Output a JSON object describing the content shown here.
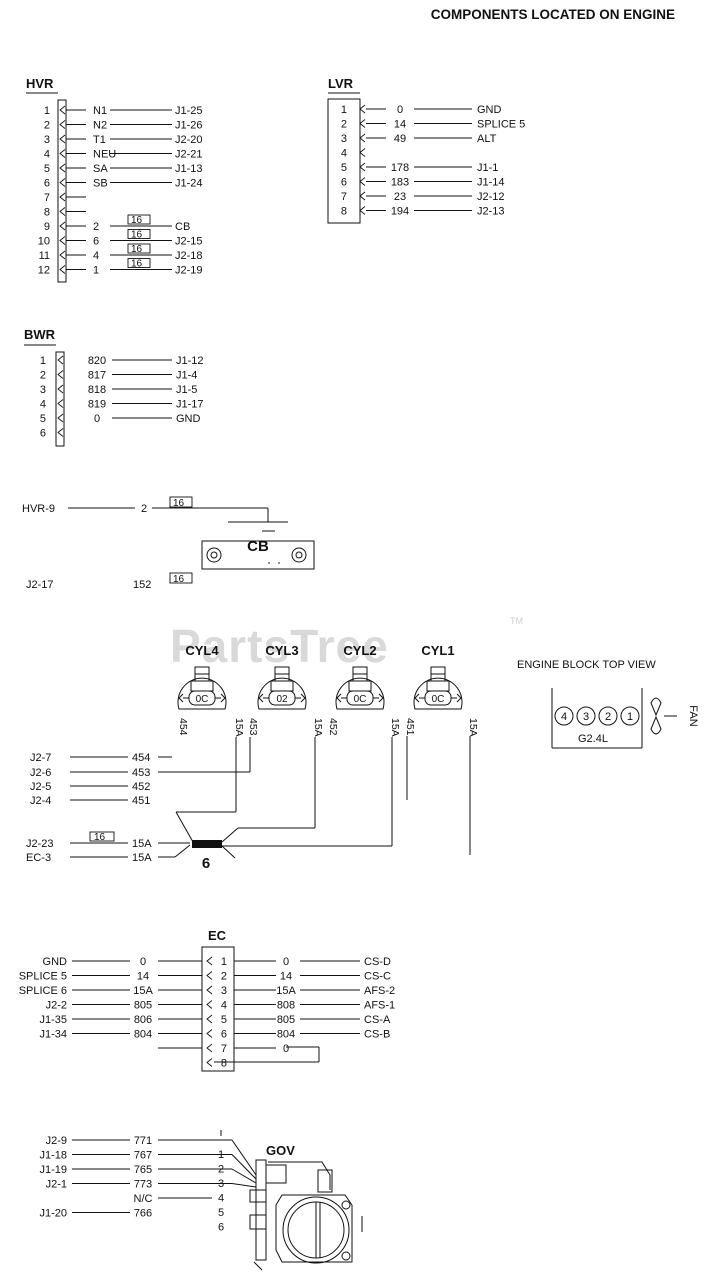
{
  "page_title": "COMPONENTS LOCATED ON ENGINE",
  "watermark": "PartsTree",
  "watermark_tm": "TM",
  "hvr": {
    "title": "HVR",
    "pins": [
      {
        "pin": "1",
        "wire": "N1",
        "dest": "J1-25"
      },
      {
        "pin": "2",
        "wire": "N2",
        "dest": "J1-26"
      },
      {
        "pin": "3",
        "wire": "T1",
        "dest": "J2-20"
      },
      {
        "pin": "4",
        "wire": "NEU",
        "dest": "J2-21"
      },
      {
        "pin": "5",
        "wire": "SA",
        "dest": "J1-13"
      },
      {
        "pin": "6",
        "wire": "SB",
        "dest": "J1-24"
      },
      {
        "pin": "7",
        "wire": "",
        "dest": ""
      },
      {
        "pin": "8",
        "wire": "",
        "dest": ""
      },
      {
        "pin": "9",
        "wire": "2",
        "dest": "CB",
        "gauge": "16"
      },
      {
        "pin": "10",
        "wire": "6",
        "dest": "J2-15",
        "gauge": "16"
      },
      {
        "pin": "11",
        "wire": "4",
        "dest": "J2-18",
        "gauge": "16"
      },
      {
        "pin": "12",
        "wire": "1",
        "dest": "J2-19",
        "gauge": "16"
      }
    ]
  },
  "lvr": {
    "title": "LVR",
    "pins": [
      {
        "pin": "1",
        "wire": "0",
        "dest": "GND"
      },
      {
        "pin": "2",
        "wire": "14",
        "dest": "SPLICE 5"
      },
      {
        "pin": "3",
        "wire": "49",
        "dest": "ALT"
      },
      {
        "pin": "4",
        "wire": "",
        "dest": ""
      },
      {
        "pin": "5",
        "wire": "178",
        "dest": "J1-1"
      },
      {
        "pin": "6",
        "wire": "183",
        "dest": "J1-14"
      },
      {
        "pin": "7",
        "wire": "23",
        "dest": "J2-12"
      },
      {
        "pin": "8",
        "wire": "194",
        "dest": "J2-13"
      }
    ]
  },
  "bwr": {
    "title": "BWR",
    "pins": [
      {
        "pin": "1",
        "wire": "820",
        "dest": "J1-12"
      },
      {
        "pin": "2",
        "wire": "817",
        "dest": "J1-4"
      },
      {
        "pin": "3",
        "wire": "818",
        "dest": "J1-5"
      },
      {
        "pin": "4",
        "wire": "819",
        "dest": "J1-17"
      },
      {
        "pin": "5",
        "wire": "0",
        "dest": "GND"
      },
      {
        "pin": "6",
        "wire": "",
        "dest": ""
      }
    ]
  },
  "cb": {
    "title": "CB",
    "left_top": "HVR-9",
    "wire_top": "2",
    "gauge_top": "16",
    "left_bottom": "J2-17",
    "wire_bottom": "152",
    "gauge_bottom": "16"
  },
  "cylinders": {
    "labels": [
      "CYL4",
      "CYL3",
      "CYL2",
      "CYL1"
    ],
    "plug_labels": [
      "0C",
      "02",
      "0C",
      "0C"
    ],
    "vertical_wires": [
      "15A",
      "454",
      "15A",
      "453",
      "15A",
      "452",
      "15A",
      "451"
    ],
    "left_refs": [
      {
        "ref": "J2-7",
        "wire": "454"
      },
      {
        "ref": "J2-6",
        "wire": "453"
      },
      {
        "ref": "J2-5",
        "wire": "452"
      },
      {
        "ref": "J2-4",
        "wire": "451"
      }
    ]
  },
  "engine_block": {
    "title": "ENGINE BLOCK TOP VIEW",
    "cyl_order": [
      "4",
      "3",
      "2",
      "1"
    ],
    "fan_label": "FAN",
    "model": "G2.4L"
  },
  "splice6": {
    "label": "6",
    "refs": [
      {
        "ref": "J2-23",
        "gauge": "16",
        "wire": "15A"
      },
      {
        "ref": "EC-3",
        "gauge": "",
        "wire": "15A"
      }
    ]
  },
  "ec": {
    "title": "EC",
    "rows": [
      {
        "left": "GND",
        "lwire": "0",
        "pin": "1",
        "rwire": "0",
        "right": "CS-D"
      },
      {
        "left": "SPLICE 5",
        "lwire": "14",
        "pin": "2",
        "rwire": "14",
        "right": "CS-C"
      },
      {
        "left": "SPLICE 6",
        "lwire": "15A",
        "pin": "3",
        "rwire": "15A",
        "right": "AFS-2"
      },
      {
        "left": "J2-2",
        "lwire": "805",
        "pin": "4",
        "rwire": "808",
        "right": "AFS-1"
      },
      {
        "left": "J1-35",
        "lwire": "806",
        "pin": "5",
        "rwire": "805",
        "right": "CS-A"
      },
      {
        "left": "J1-34",
        "lwire": "804",
        "pin": "6",
        "rwire": "804",
        "right": "CS-B"
      },
      {
        "left": "",
        "lwire": "",
        "pin": "7",
        "rwire": "0",
        "right": ""
      },
      {
        "left": "",
        "lwire": "",
        "pin": "8",
        "rwire": "",
        "right": ""
      }
    ]
  },
  "gov": {
    "title": "GOV",
    "rows": [
      {
        "ref": "J2-9",
        "wire": "771",
        "pin": "1"
      },
      {
        "ref": "J1-18",
        "wire": "767",
        "pin": "2"
      },
      {
        "ref": "J1-19",
        "wire": "765",
        "pin": "3"
      },
      {
        "ref": "J2-1",
        "wire": "773",
        "pin": "4"
      },
      {
        "ref": "",
        "wire": "N/C",
        "pin": "5"
      },
      {
        "ref": "J1-20",
        "wire": "766",
        "pin": "6"
      }
    ]
  }
}
